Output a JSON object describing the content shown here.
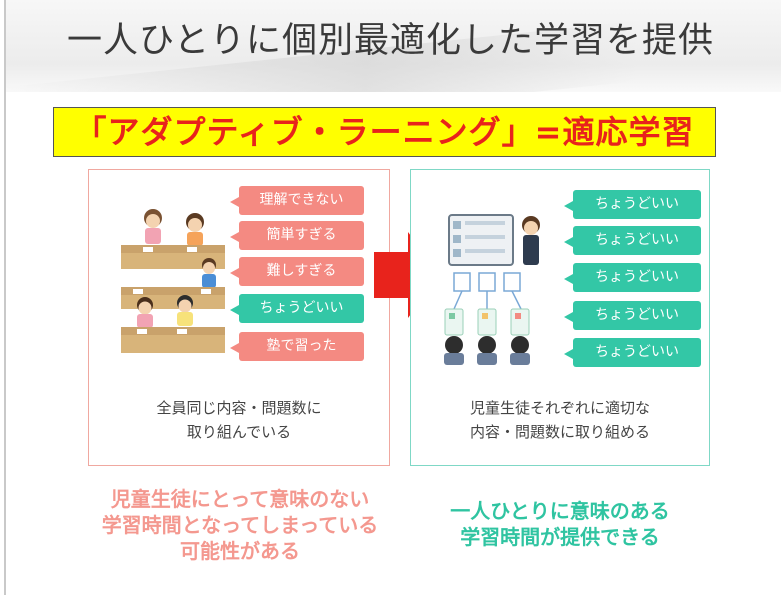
{
  "title": "一人ひとりに個別最適化した学習を提供",
  "banner": "「アダプティブ・ラーニング」=適応学習",
  "left_panel": {
    "bubbles": [
      {
        "label": "理解できない",
        "tone": "pink"
      },
      {
        "label": "簡単すぎる",
        "tone": "pink"
      },
      {
        "label": "難しすぎる",
        "tone": "pink"
      },
      {
        "label": "ちょうどいい",
        "tone": "teal"
      },
      {
        "label": "塾で習った",
        "tone": "pink"
      }
    ],
    "caption_line1": "全員同じ内容・問題数に",
    "caption_line2": "取り組んでいる"
  },
  "right_panel": {
    "bubbles": [
      {
        "label": "ちょうどいい",
        "tone": "teal"
      },
      {
        "label": "ちょうどいい",
        "tone": "teal"
      },
      {
        "label": "ちょうどいい",
        "tone": "teal"
      },
      {
        "label": "ちょうどいい",
        "tone": "teal"
      },
      {
        "label": "ちょうどいい",
        "tone": "teal"
      }
    ],
    "caption_line1": "児童生徒それぞれに適切な",
    "caption_line2": "内容・問題数に取り組める"
  },
  "left_outcome": [
    "児童生徒にとって意味のない",
    "学習時間となってしまっている",
    "可能性がある"
  ],
  "right_outcome": [
    "一人ひとりに意味のある",
    "学習時間が提供できる"
  ],
  "colors": {
    "banner_bg": "#ffff00",
    "banner_text": "#e8231c",
    "pink": "#f48a82",
    "teal": "#33c7a6",
    "arrow": "#e8231c"
  },
  "icons": [
    "arrow-right-icon",
    "classroom-illustration",
    "teacher-system-illustration"
  ]
}
